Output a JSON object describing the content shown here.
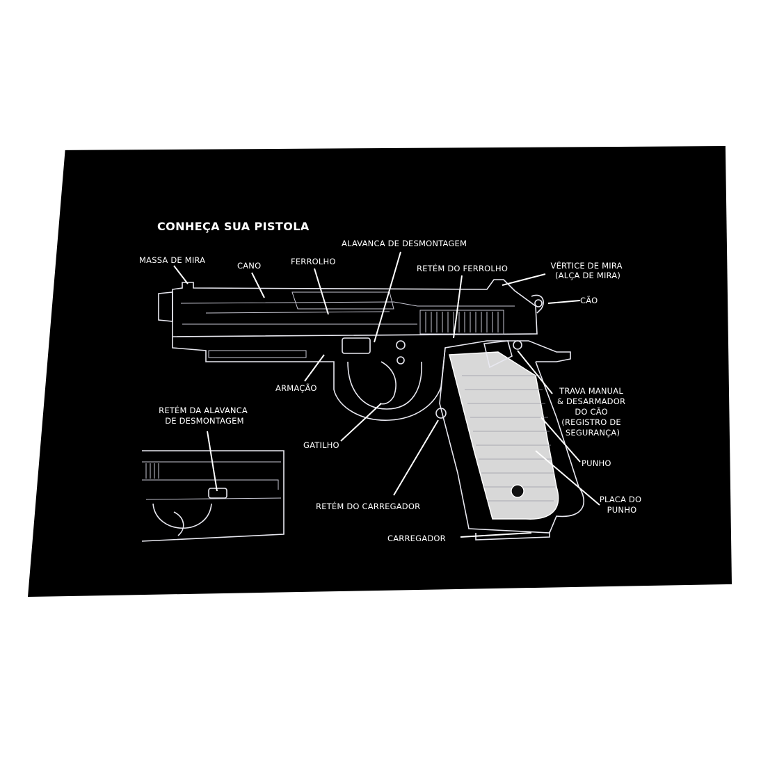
{
  "title": "CONHEÇA SUA PISTOLA",
  "labels": {
    "massa_de_mira": "MASSA DE MIRA",
    "cano": "CANO",
    "ferrolho": "FERROLHO",
    "alavanca_de_desmontagem": "ALAVANCA DE DESMONTAGEM",
    "retem_do_ferrolho": "RETÉM DO FERROLHO",
    "vertice_de_mira": [
      "VÉRTICE DE MIRA",
      "(ALÇA DE MIRA)"
    ],
    "cao": "CÃO",
    "armacao": "ARMAÇÃO",
    "trava_manual": [
      "TRAVA MANUAL",
      "& DESARMADOR",
      "DO CÃO",
      "(REGISTRO DE",
      "SEGURANÇA)"
    ],
    "retem_da_alavanca": [
      "RETÉM DA ALAVANCA",
      "DE DESMONTAGEM"
    ],
    "gatilho": "GATILHO",
    "punho": "PUNHO",
    "retem_do_carregador": "RETÉM DO CARREGADOR",
    "placa_do_punho": [
      "PLACA DO",
      "PUNHO"
    ],
    "carregador": "CARREGADOR"
  },
  "colors": {
    "mat": "#000000",
    "ink": "#ffffff",
    "background": "#ffffff"
  }
}
